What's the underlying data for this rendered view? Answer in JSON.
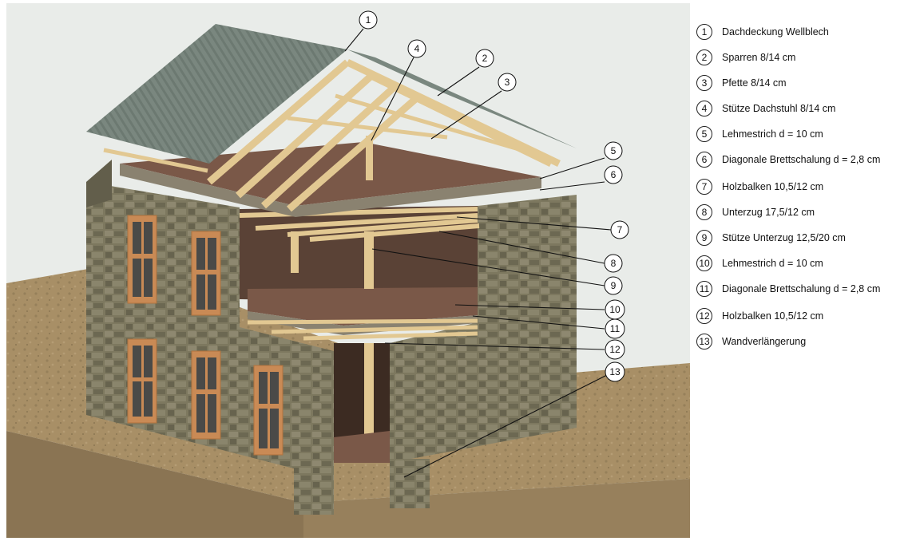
{
  "legend": [
    {
      "num": "1",
      "text": "Dachdeckung Wellblech"
    },
    {
      "num": "2",
      "text": "Sparren 8/14 cm"
    },
    {
      "num": "3",
      "text": "Pfette 8/14 cm"
    },
    {
      "num": "4",
      "text": "Stütze Dachstuhl 8/14 cm"
    },
    {
      "num": "5",
      "text": "Lehmestrich d = 10 cm"
    },
    {
      "num": "6",
      "text": "Diagonale Brettschalung d = 2,8 cm"
    },
    {
      "num": "7",
      "text": "Holzbalken 10,5/12 cm"
    },
    {
      "num": "8",
      "text": "Unterzug 17,5/12 cm"
    },
    {
      "num": "9",
      "text": "Stütze Unterzug 12,5/20 cm"
    },
    {
      "num": "10",
      "text": "Lehmestrich d = 10 cm"
    },
    {
      "num": "11",
      "text": "Diagonale Brettschalung d = 2,8 cm"
    },
    {
      "num": "12",
      "text": "Holzbalken 10,5/12 cm"
    },
    {
      "num": "13",
      "text": "Wandverlängerung"
    }
  ],
  "callouts": [
    "1",
    "2",
    "3",
    "4",
    "5",
    "6",
    "7",
    "8",
    "9",
    "10",
    "11",
    "12",
    "13"
  ],
  "colors": {
    "sky": "#e9ece9",
    "ground": "#a58d65",
    "ground_side": "#8f7b58",
    "stone": "#7f7a63",
    "stone_dark": "#625e4b",
    "roof": "#7d8a82",
    "timber": "#e2c892",
    "clay": "#7a5848",
    "window": "#c98a55"
  }
}
